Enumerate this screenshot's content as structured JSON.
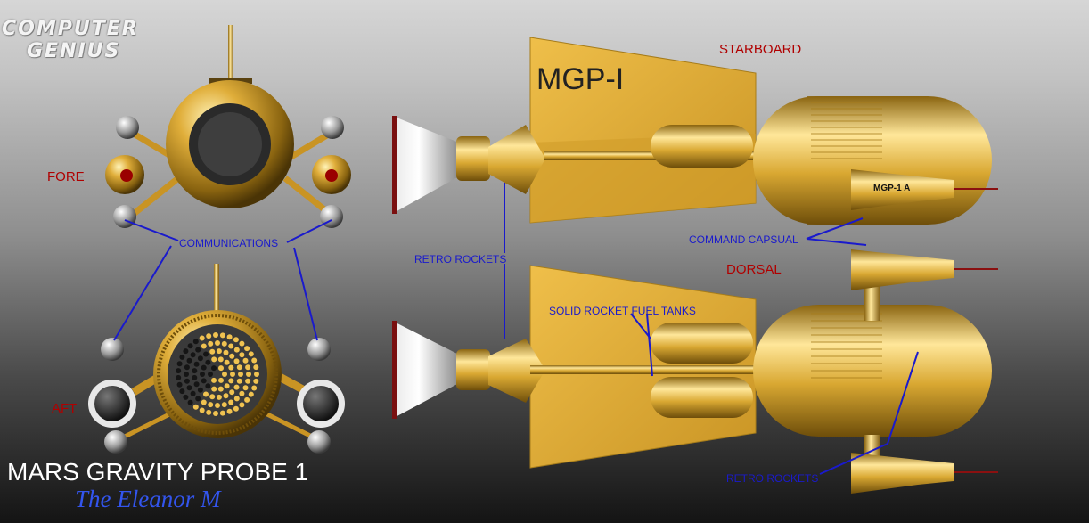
{
  "logo": {
    "line1": "COMPUTER",
    "line2": "GENIUS"
  },
  "labels": {
    "starboard": "STARBOARD",
    "dorsal": "DORSAL",
    "fore": "FORE",
    "aft": "AFT",
    "communications": "COMMUNICATIONS",
    "retro_rockets": "RETRO ROCKETS",
    "retro_rockets_2": "RETRO ROCKETS",
    "command_capsual": "COMMAND CAPSUAL",
    "solid_rocket_fuel_tanks": "SOLID ROCKET FUEL TANKS"
  },
  "markings": {
    "fin_text": "MGP-I",
    "capsule_text": "MGP-1 A"
  },
  "title": "MARS GRAVITY PROBE 1",
  "subtitle": "The Eleanor M",
  "colors": {
    "gold": "#d9a832",
    "label_red": "#b00000",
    "label_blue": "#1a1acc",
    "subtitle_blue": "#3355ee"
  }
}
